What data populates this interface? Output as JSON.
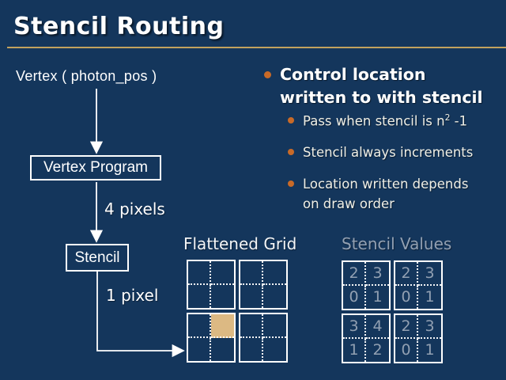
{
  "slide": {
    "title": "Stencil Routing",
    "colors": {
      "background": "#14365C",
      "title_rule": "#C1A25E",
      "bullet_dot": "#C86A28",
      "highlight_cell": "#DCB983",
      "muted_text": "#92A0B2"
    }
  },
  "flowchart": {
    "input_label": "Vertex ( photon_pos )",
    "vertex_program_label": "Vertex Program",
    "four_pixels_label": "4 pixels",
    "stencil_label": "Stencil",
    "one_pixel_label": "1 pixel"
  },
  "bullets": {
    "main": "Control location\nwritten to with stencil",
    "sub": [
      {
        "text": "Pass when stencil is n",
        "sup": "2",
        "tail": " -1"
      },
      {
        "text": "Stencil always increments",
        "sup": "",
        "tail": ""
      },
      {
        "text": "Location written depends\non draw order",
        "sup": "",
        "tail": ""
      }
    ]
  },
  "flattened_grid": {
    "label": "Flattened Grid",
    "rows": 4,
    "cols": 4,
    "highlight_cell": {
      "row": 3,
      "col": 2
    }
  },
  "stencil_values": {
    "label": "Stencil Values",
    "rows": [
      [
        2,
        3,
        2,
        3
      ],
      [
        0,
        1,
        0,
        1
      ],
      [
        3,
        4,
        2,
        3
      ],
      [
        1,
        2,
        0,
        1
      ]
    ]
  }
}
